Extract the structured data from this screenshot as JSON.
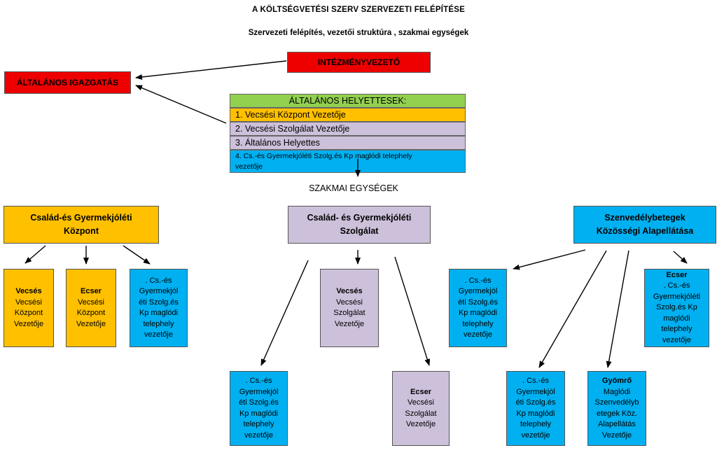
{
  "title": "A KÖLTSÉGVETÉSI SZERV SZERVEZETI FELÉPÍTÉSE",
  "subtitle": "Szervezeti felépítés, vezetői struktúra , szakmai egységek",
  "top": {
    "intezmenyvezeto": "INTÉZMÉNYVEZETŐ",
    "igazgatas": "ÁLTALÁNOS IGAZGATÁS"
  },
  "helyettesek": {
    "header": "ÁLTALÁNOS HELYETTESEK:",
    "items": [
      "1. Vecsési Központ Vezetője",
      "2. Vecsési Szolgálat Vezetője",
      "3. Általános Helyettes",
      "4. Cs.-és Gyermekjóléti Szolg.és Kp maglódi telephely\nvezetője"
    ]
  },
  "section_label": "SZAKMAI EGYSÉGEK",
  "units": {
    "kozpont": "Család-és Gyermekjóléti\nKözpont",
    "szolgalat": "Család- és Gyermekjóléti\nSzolgálat",
    "szenvedely": "Szenvedélybetegek\nKözösségi Alapellátása"
  },
  "sub": {
    "k1_bold": "Vecsés",
    "k1": "Vecsési\nKözpont\nVezetője",
    "k2_bold": "Ecser",
    "k2": "Vecsési\nKözpont\nVezetője",
    "k3": ". Cs.-és\nGyermekjól\néti Szolg.és\nKp maglódi\ntelephely\nvezetője",
    "s1_bold": "Vecsés",
    "s1": "Vecsési\nSzolgálat\nVezetője",
    "s2": ". Cs.-és\nGyermekjól\néti Szolg.és\nKp maglódi\ntelephely\nvezetője",
    "s3_bold": "Ecser",
    "s3": "Vecsési\nSzolgálat\nVezetője",
    "z1": ". Cs.-és\nGyermekjól\néti Szolg.és\nKp maglódi\ntelephely\nvezetője",
    "z2_bold": "Ecser",
    "z2": ". Cs.-és\nGyermekjóléti\nSzolg.és Kp\nmaglódi\ntelephely\nvezetője",
    "z3": ". Cs.-és\nGyermekjól\néti Szolg.és\nKp maglódi\ntelephely\nvezetője",
    "z4_bold": "Gyömrő",
    "z4": "Maglódi\nSzenvedélyb\netegek Köz.\nAlapellátás\nVezetője"
  },
  "colors": {
    "red": "#ee0000",
    "orange": "#ffc000",
    "purple": "#ccc0da",
    "blue": "#00b0f0",
    "green": "#92d050"
  }
}
